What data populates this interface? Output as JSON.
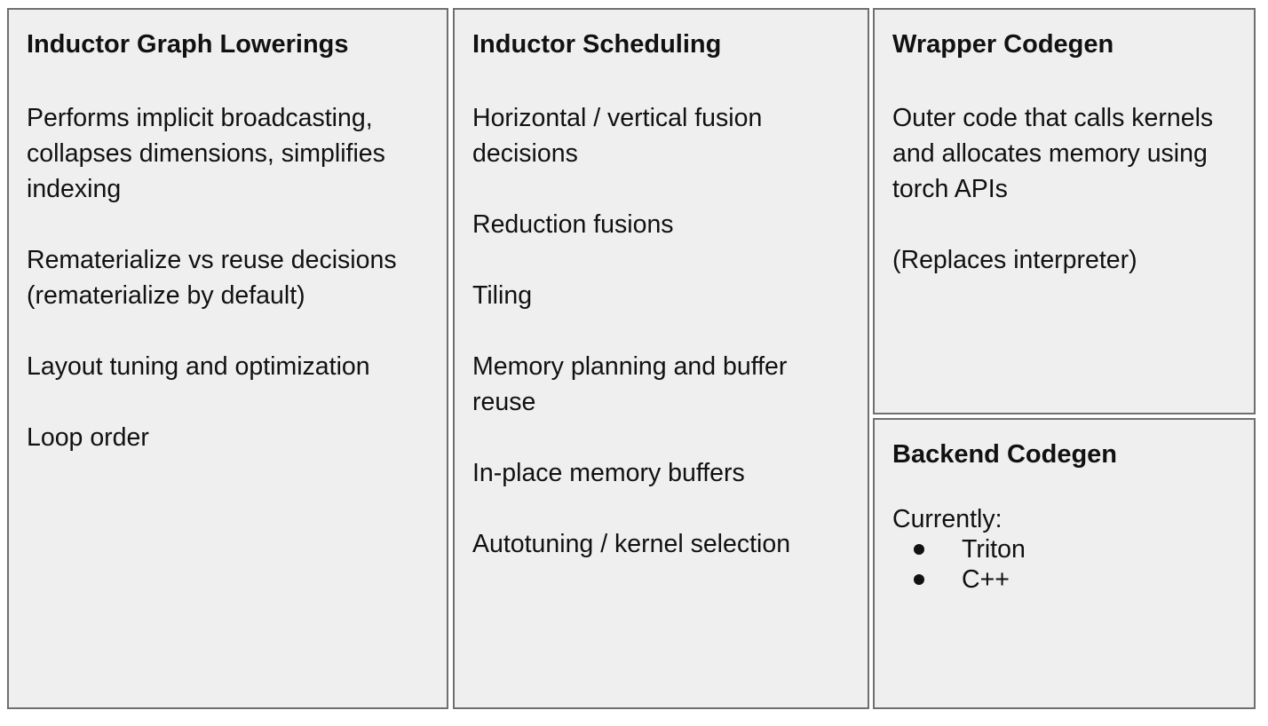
{
  "panels": {
    "lowerings": {
      "title": "Inductor Graph Lowerings",
      "items": [
        "Performs implicit broadcasting, collapses dimensions, simplifies indexing",
        "Rematerialize vs reuse decisions (rematerialize by default)",
        "Layout tuning and optimization",
        "Loop order"
      ]
    },
    "scheduling": {
      "title": "Inductor Scheduling",
      "items": [
        "Horizontal / vertical fusion decisions",
        "Reduction fusions",
        "Tiling",
        "Memory planning and buffer reuse",
        "In-place memory buffers",
        "Autotuning / kernel selection"
      ]
    },
    "wrapper": {
      "title": "Wrapper Codegen",
      "items": [
        "Outer code that calls kernels and allocates memory using torch APIs",
        "(Replaces interpreter)"
      ]
    },
    "backend": {
      "title": "Backend Codegen",
      "subhead": "Currently:",
      "bullets": [
        "Triton",
        "C++"
      ]
    }
  }
}
